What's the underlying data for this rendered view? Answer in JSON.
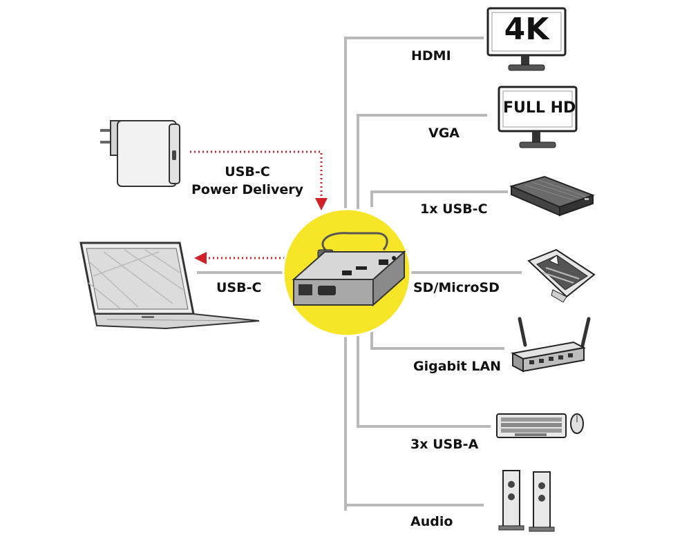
{
  "power": {
    "line1": "USB-C",
    "line2": "Power Delivery"
  },
  "laptop_label": "USB-C",
  "monitor_4k_text": "4K",
  "monitor_fhd_text": "FULL HD",
  "ports": [
    {
      "label": "HDMI",
      "device": "4K monitor"
    },
    {
      "label": "VGA",
      "device": "Full HD monitor"
    },
    {
      "label": "1x USB-C",
      "device": "external hard drive"
    },
    {
      "label": "SD/MicroSD",
      "device": "memory card"
    },
    {
      "label": "Gigabit LAN",
      "device": "router"
    },
    {
      "label": "3x USB-A",
      "device": "keyboard and mouse"
    },
    {
      "label": "Audio",
      "device": "speakers"
    }
  ],
  "colors": {
    "arrow": "#d0202a",
    "hub_circle": "#f7e628",
    "line": "#b9b9b9"
  }
}
